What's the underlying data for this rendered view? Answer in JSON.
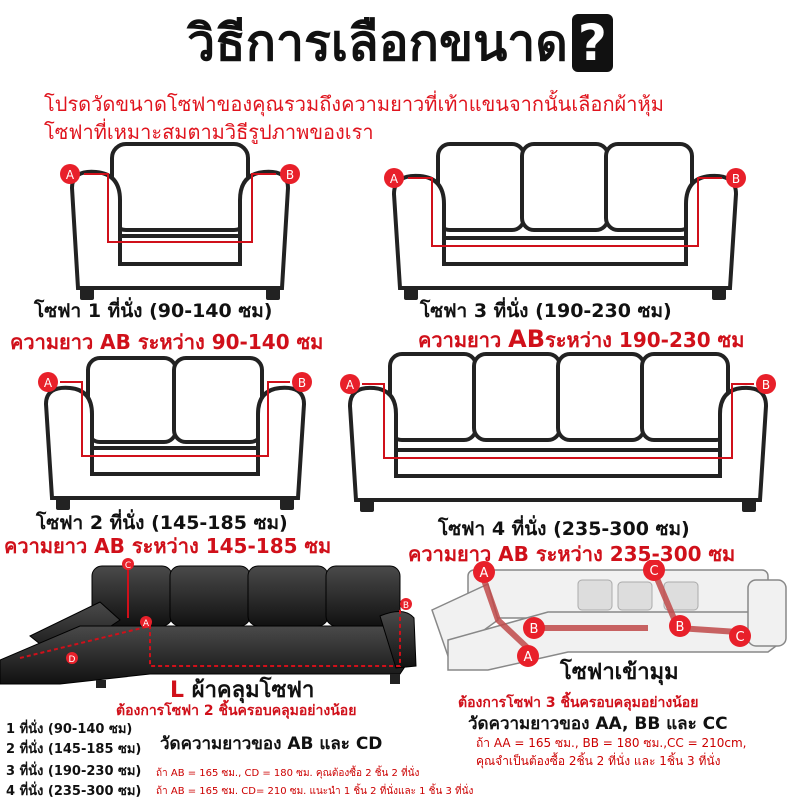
{
  "title": "วิธีการเลือกขนาด",
  "title_mark": "?",
  "intro": {
    "line1": "โปรดวัดขนาดโซฟาของคุณรวมถึงความยาวที่เท้าแขนจากนั้นเลือกผ้าหุ้ม",
    "line2": "โซฟาที่เหมาะสมตามวิธีรูปภาพของเรา"
  },
  "sofa1": {
    "caption": "โซฟา 1 ที่นั่ง (90-140 ซม)",
    "range_prefix": "ความยาว ",
    "range_ab": "AB",
    "range_suffix": " ระหว่าง 90-140 ซม"
  },
  "sofa3": {
    "caption": "โซฟา 3 ที่นั่ง (190-230 ซม)",
    "range_prefix": "ความยาว ",
    "range_ab": "AB",
    "range_suffix": "ระหว่าง 190-230 ซม"
  },
  "sofa2": {
    "caption": "โซฟา 2 ที่นั่ง (145-185 ซม)",
    "range_prefix": "ความยาว ",
    "range_ab": "AB",
    "range_suffix": " ระหว่าง 145-185 ซม"
  },
  "sofa4": {
    "caption": "โซฟา 4 ที่นั่ง (235-300 ซม)",
    "range_prefix": "ความยาว ",
    "range_ab": "AB",
    "range_suffix": " ระหว่าง 235-300 ซม"
  },
  "markers": {
    "a": "A",
    "b": "B",
    "c": "C",
    "d": "D"
  },
  "lshape": {
    "caption_l": "L",
    "caption_rest": " ผ้าคลุมโซฟา",
    "need": "ต้องการโซฟา 2 ชิ้นครอบคลุมอย่างน้อย"
  },
  "corner": {
    "caption": "โซฟาเข้ามุม",
    "need": "ต้องการโซฟา 3 ชิ้นครอบคลุมอย่างน้อย"
  },
  "size_list": [
    "1 ที่นั่ง (90-140 ซม)",
    "2 ที่นั่ง (145-185 ซม)",
    "3 ที่นั่ง (190-230 ซม)",
    "4 ที่นั่ง (235-300 ซม)"
  ],
  "measure_l": "วัดความยาวของ AB และ CD",
  "measure_corner": "วัดความยาวของ AA, BB และ CC",
  "note_l1": "ถ้า AB = 165 ซม., CD = 180 ซม. คุณต้องซื้อ 2 ชิ้น 2 ที่นั่ง",
  "note_l2": "ถ้า AB = 165 ซม. CD= 210 ซม. แนะนำ 1 ชิ้น 2 ที่นั่งและ 1 ชิ้น 3 ที่นั่ง",
  "note_c1": "ถ้า AA = 165 ซม., BB = 180 ซม.,CC = 210cm,",
  "note_c2": "คุณจำเป็นต้องซื้อ 2ชิ้น 2 ที่นั่ง และ 1ชิ้น 3 ที่นั่ง",
  "colors": {
    "accent": "#d0101a",
    "marker": "#e8202a",
    "line": "#222222"
  }
}
